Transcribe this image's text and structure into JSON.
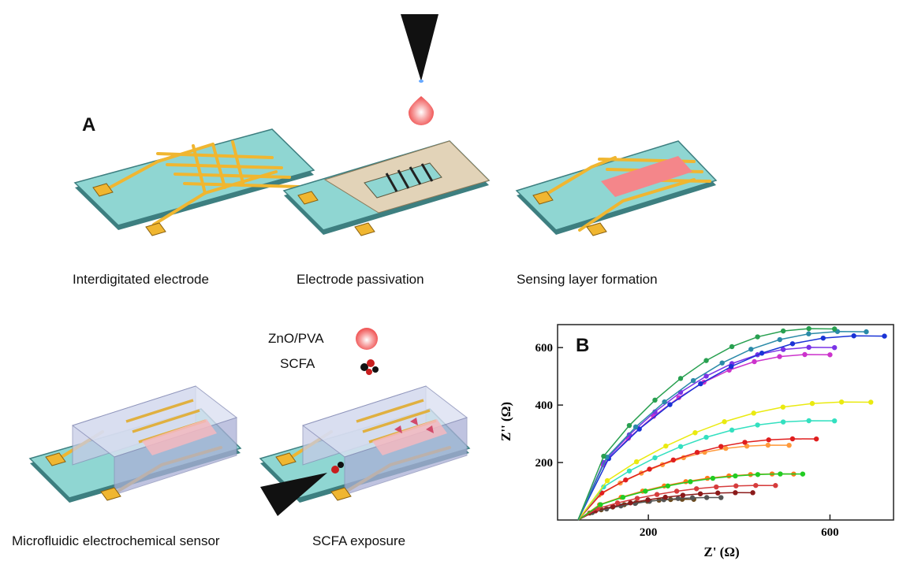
{
  "panel_a_label": "A",
  "panel_b_label": "B",
  "steps": [
    "Interdigitated electrode",
    "Electrode passivation",
    "Sensing layer formation",
    "Microfluidic electrochemical sensor",
    "SCFA exposure"
  ],
  "legend": {
    "zno": "ZnO/PVA",
    "scfa": "SCFA"
  },
  "colors": {
    "substrate": "#8fd6d2",
    "substrate_edge": "#3d7f80",
    "electrode": "#f0b630",
    "electrode_edge": "#8a6110",
    "passivation": "#e2d3b8",
    "sensing_layer": "#f4868a",
    "chamber": "#c6cbe6",
    "droplet": "#f26d6d",
    "pipette": "#111111"
  },
  "icons": [
    "pipette-icon",
    "droplet-icon",
    "scfa-molecule-icon"
  ],
  "chart_data": {
    "type": "scatter",
    "xlabel": "Z' (Ω)",
    "ylabel": "Z'' (Ω)",
    "xticks": [
      200,
      600
    ],
    "yticks": [
      200,
      400,
      600
    ],
    "xlim": [
      0,
      740
    ],
    "ylim": [
      0,
      680
    ],
    "series": [
      {
        "color": "#6b4a1e",
        "end": [
          300,
          72
        ]
      },
      {
        "color": "#555555",
        "end": [
          360,
          78
        ]
      },
      {
        "color": "#8b1a1a",
        "end": [
          430,
          95
        ]
      },
      {
        "color": "#d63c3c",
        "end": [
          480,
          120
        ]
      },
      {
        "color": "#ff7a1a",
        "end": [
          520,
          160
        ]
      },
      {
        "color": "#22cc22",
        "end": [
          540,
          160
        ]
      },
      {
        "color": "#ff9a3c",
        "end": [
          510,
          260
        ]
      },
      {
        "color": "#e01e1e",
        "end": [
          570,
          282
        ]
      },
      {
        "color": "#33e0c0",
        "end": [
          610,
          345
        ]
      },
      {
        "color": "#eaea10",
        "end": [
          690,
          410
        ]
      },
      {
        "color": "#cc33cc",
        "end": [
          600,
          575
        ]
      },
      {
        "color": "#7a33e6",
        "end": [
          610,
          600
        ]
      },
      {
        "color": "#1a33d6",
        "end": [
          720,
          640
        ]
      },
      {
        "color": "#2a8aa8",
        "end": [
          680,
          655
        ]
      },
      {
        "color": "#28a050",
        "end": [
          610,
          665
        ]
      }
    ]
  }
}
